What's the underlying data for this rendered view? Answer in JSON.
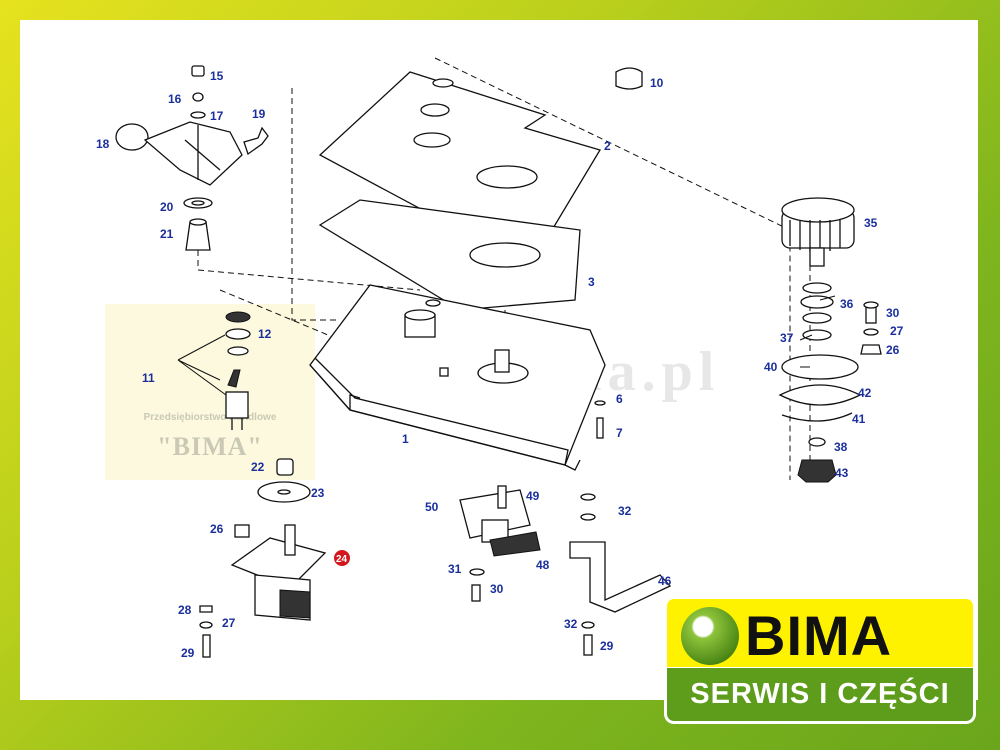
{
  "watermark": {
    "company": "Przedsiębiorstwo Handlowe",
    "name": "\"BIMA\"",
    "url": "www.bima.pl"
  },
  "logo": {
    "brand": "BIMA",
    "tagline": "SERWIS I CZĘŚCI"
  },
  "parts": {
    "p1": "1",
    "p2": "2",
    "p3": "3",
    "p6": "6",
    "p7": "7",
    "p10": "10",
    "p11": "11",
    "p12": "12",
    "p15": "15",
    "p16": "16",
    "p17": "17",
    "p18": "18",
    "p19": "19",
    "p20": "20",
    "p21": "21",
    "p22": "22",
    "p23": "23",
    "p24": "24",
    "p26a": "26",
    "p27a": "27",
    "p28": "28",
    "p29a": "29",
    "p26b": "26",
    "p27b": "27",
    "p30a": "30",
    "p35": "35",
    "p36": "36",
    "p37": "37",
    "p38": "38",
    "p40": "40",
    "p41": "41",
    "p42": "42",
    "p43": "43",
    "p30b": "30",
    "p31": "31",
    "p32a": "32",
    "p32b": "32",
    "p29b": "29",
    "p46": "46",
    "p48": "48",
    "p49": "49",
    "p50": "50"
  },
  "colors": {
    "label": "#1b2f9c",
    "highlight": "#d3171d",
    "frame_start": "#e6e21e",
    "frame_end": "#6aa61c",
    "logo_yellow": "#fff200",
    "logo_green": "#5e9d1b"
  }
}
